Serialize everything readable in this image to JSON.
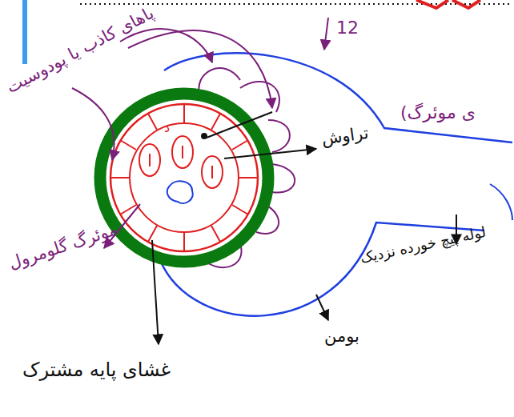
{
  "diagram": {
    "labels": [
      "پاهای کاذب یا پودوسیت",
      "12",
      "تراوش",
      "ی موئرگ)",
      "موئرگ گلومرول",
      "غشای پایه مشترک",
      "بومن",
      "لوله پیچ خورده نزدیک",
      "د"
    ]
  }
}
